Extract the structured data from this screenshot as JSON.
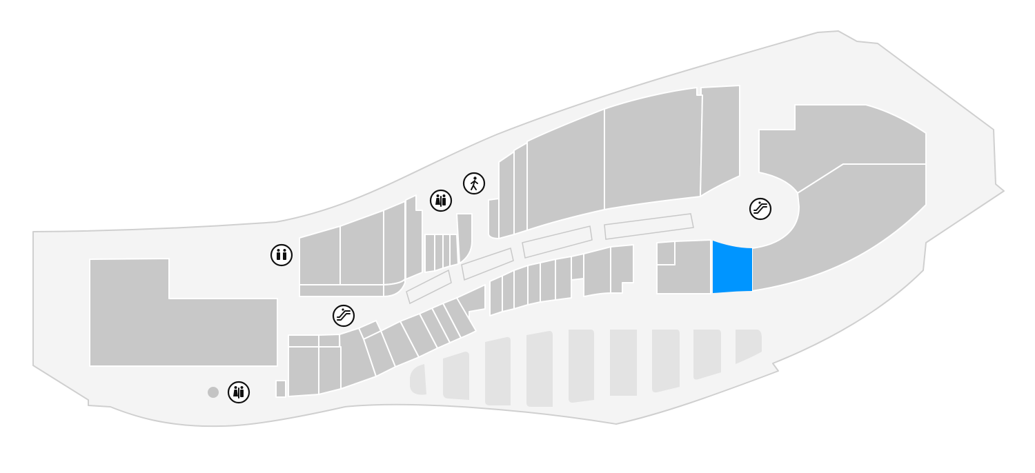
{
  "map": {
    "colors": {
      "background": "#ffffff",
      "floor": "#f4f4f4",
      "outline": "#cfcfcf",
      "store": "#c8c8c8",
      "parking": "#e3e3e3",
      "highlight": "#0095ff"
    },
    "selected_store": "highlighted-store",
    "amenities": [
      {
        "name": "restroom-icon",
        "kind": "restrooms"
      },
      {
        "name": "restroom-icon",
        "kind": "restrooms"
      },
      {
        "name": "restroom-icon",
        "kind": "restrooms"
      },
      {
        "name": "escalator-icon",
        "kind": "escalator"
      },
      {
        "name": "escalator-icon",
        "kind": "escalator"
      },
      {
        "name": "walking-person-icon",
        "kind": "exit / walkway"
      },
      {
        "name": "location-dot-icon",
        "kind": "marker"
      }
    ]
  }
}
